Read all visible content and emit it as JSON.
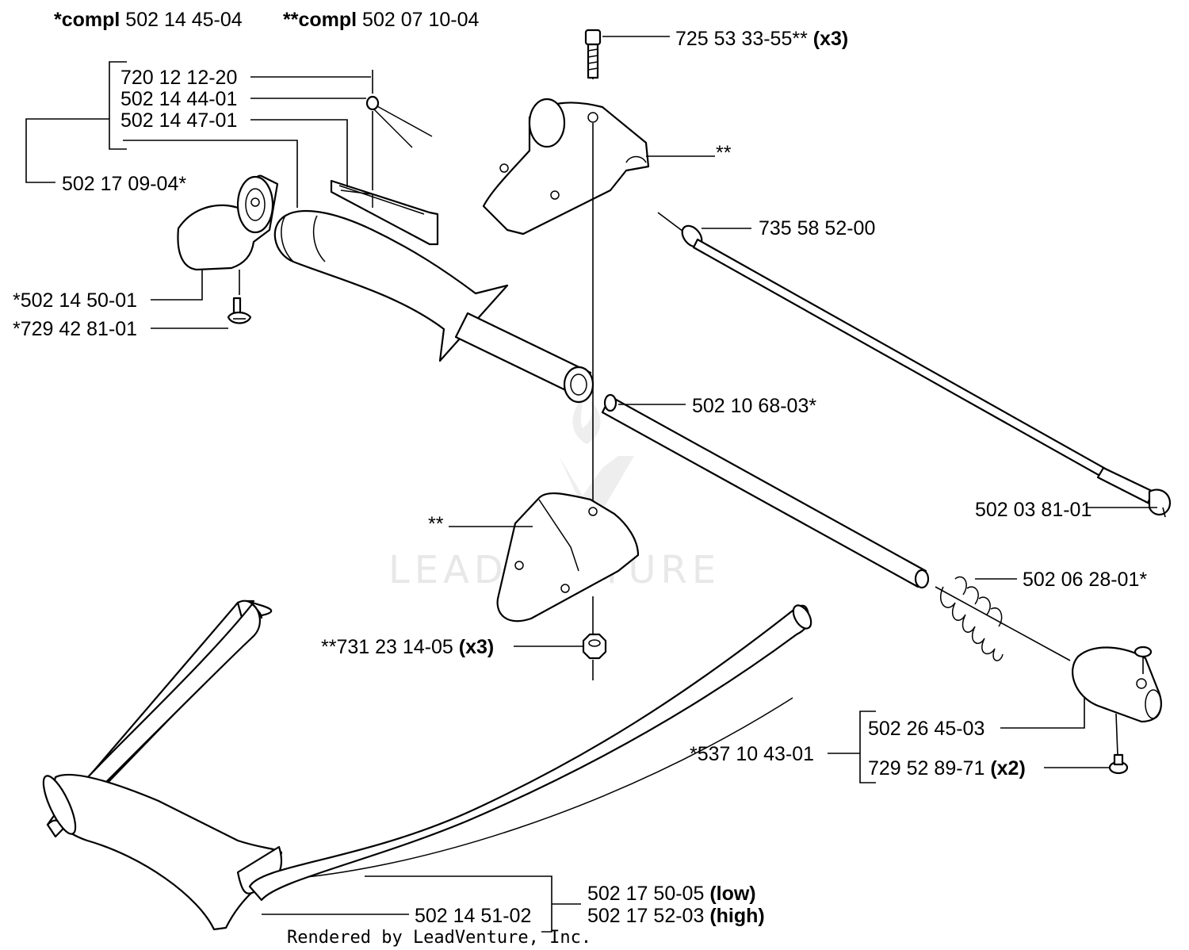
{
  "header": {
    "compl1_prefix": "*compl",
    "compl1_number": " 502 14 45-04",
    "compl2_prefix": "**compl",
    "compl2_number": " 502 07 10-04"
  },
  "parts": {
    "p725": {
      "number": "725 53 33-55**",
      "qty": "(x3)"
    },
    "p720": {
      "number": "720 12 12-20"
    },
    "p50214": {
      "number": "502 14 44-01"
    },
    "p50247": {
      "number": "502 14 47-01"
    },
    "p502170904": {
      "number": "502 17 09-04*"
    },
    "clamp_top": {
      "number": "**"
    },
    "p735": {
      "number": "735 58 52-00"
    },
    "p502145001": {
      "number": "*502 14 50-01"
    },
    "p729428101": {
      "number": "*729 42 81-01"
    },
    "p502106803": {
      "number": "502 10 68-03*"
    },
    "p502038101": {
      "number": "502 03 81-01"
    },
    "clamp_bottom": {
      "number": "**"
    },
    "p502062801": {
      "number": "502 06 28-01*"
    },
    "p731": {
      "number": "**731 23 14-05",
      "qty": "(x3)"
    },
    "p502264503": {
      "number": "502 26 45-03"
    },
    "p537": {
      "number": "*537 10 43-01"
    },
    "p729528971": {
      "number": "729 52 89-71",
      "qty": "(x2)"
    },
    "p502175005": {
      "number": "502 17 50-05",
      "qty": "(low)"
    },
    "p502145102": {
      "number": "502 14 51-02"
    },
    "p502175203": {
      "number": "502 17 52-03",
      "qty": "(high)"
    }
  },
  "watermark": "LEADVENTURE",
  "footer": "Rendered by LeadVenture, Inc."
}
